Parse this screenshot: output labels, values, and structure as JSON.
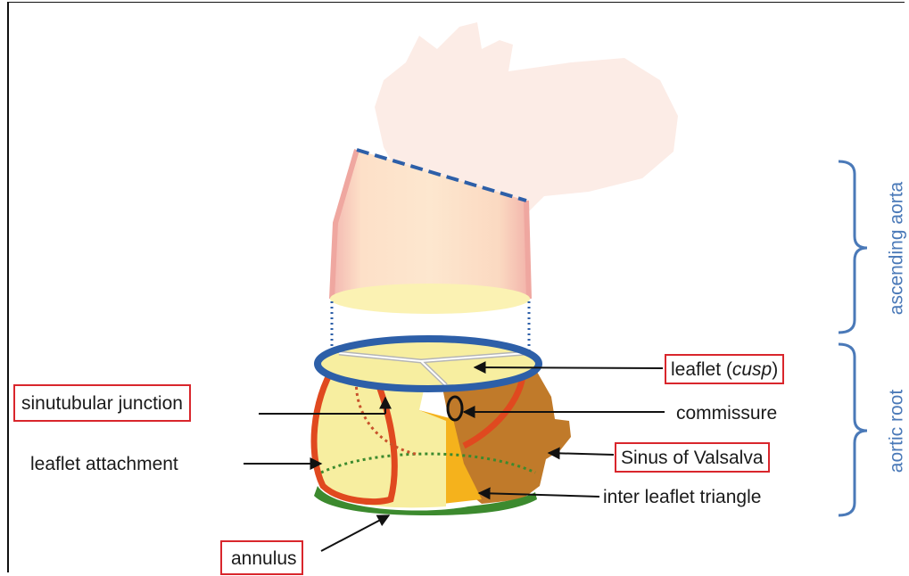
{
  "labels": {
    "leaflet_prefix": "leaflet (",
    "leaflet_italic": "cusp",
    "leaflet_suffix": ")",
    "sinutubular_junction": "sinutubular junction",
    "commissure": "commissure",
    "leaflet_attachment": "leaflet attachment",
    "sinus_of_valsalva": "Sinus of Valsalva",
    "inter_leaflet_triangle": "inter leaflet triangle",
    "annulus": "annulus"
  },
  "side_labels": {
    "ascending_aorta": "ascending aorta",
    "aortic_root": "aortic root"
  },
  "colors": {
    "highlight_box": "#d9262c",
    "bracket_blue": "#4a79b8",
    "ring_blue": "#2d5fa8",
    "attachment_red": "#e0491f",
    "annulus_green": "#3c8a2e",
    "sinus_brown": "#c07a2a",
    "leaflet_yellow": "#f7eea0"
  }
}
